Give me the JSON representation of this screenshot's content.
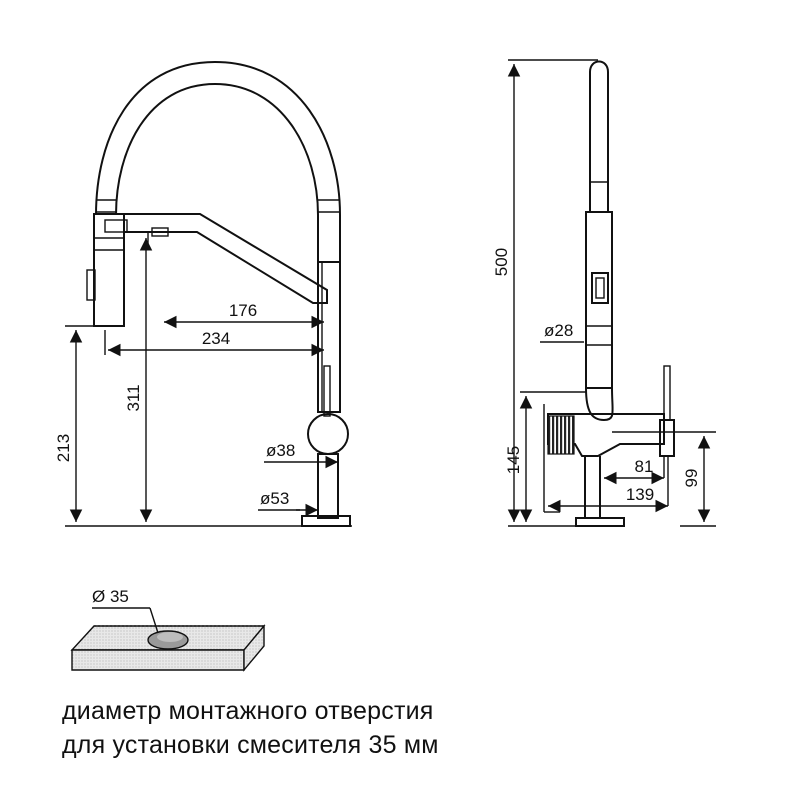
{
  "dimensions": {
    "front_spout_reach": "176",
    "front_total_reach": "234",
    "front_spout_height": "311",
    "front_outlet_height": "213",
    "body_diameter": "ø38",
    "base_diameter": "ø53",
    "total_height": "500",
    "handle_diameter": "ø28",
    "side_lever_height": "145",
    "lever_offset": "81",
    "lever_total": "139",
    "lever_height": "99"
  },
  "hole": {
    "label": "Ø 35"
  },
  "caption": {
    "line1": "диаметр монтажного отверстия",
    "line2": "для установки смесителя 35 мм"
  },
  "colors": {
    "line": "#111111",
    "counter_fill": "#e4e4e4",
    "hole_fill": "#9a9a9a"
  }
}
